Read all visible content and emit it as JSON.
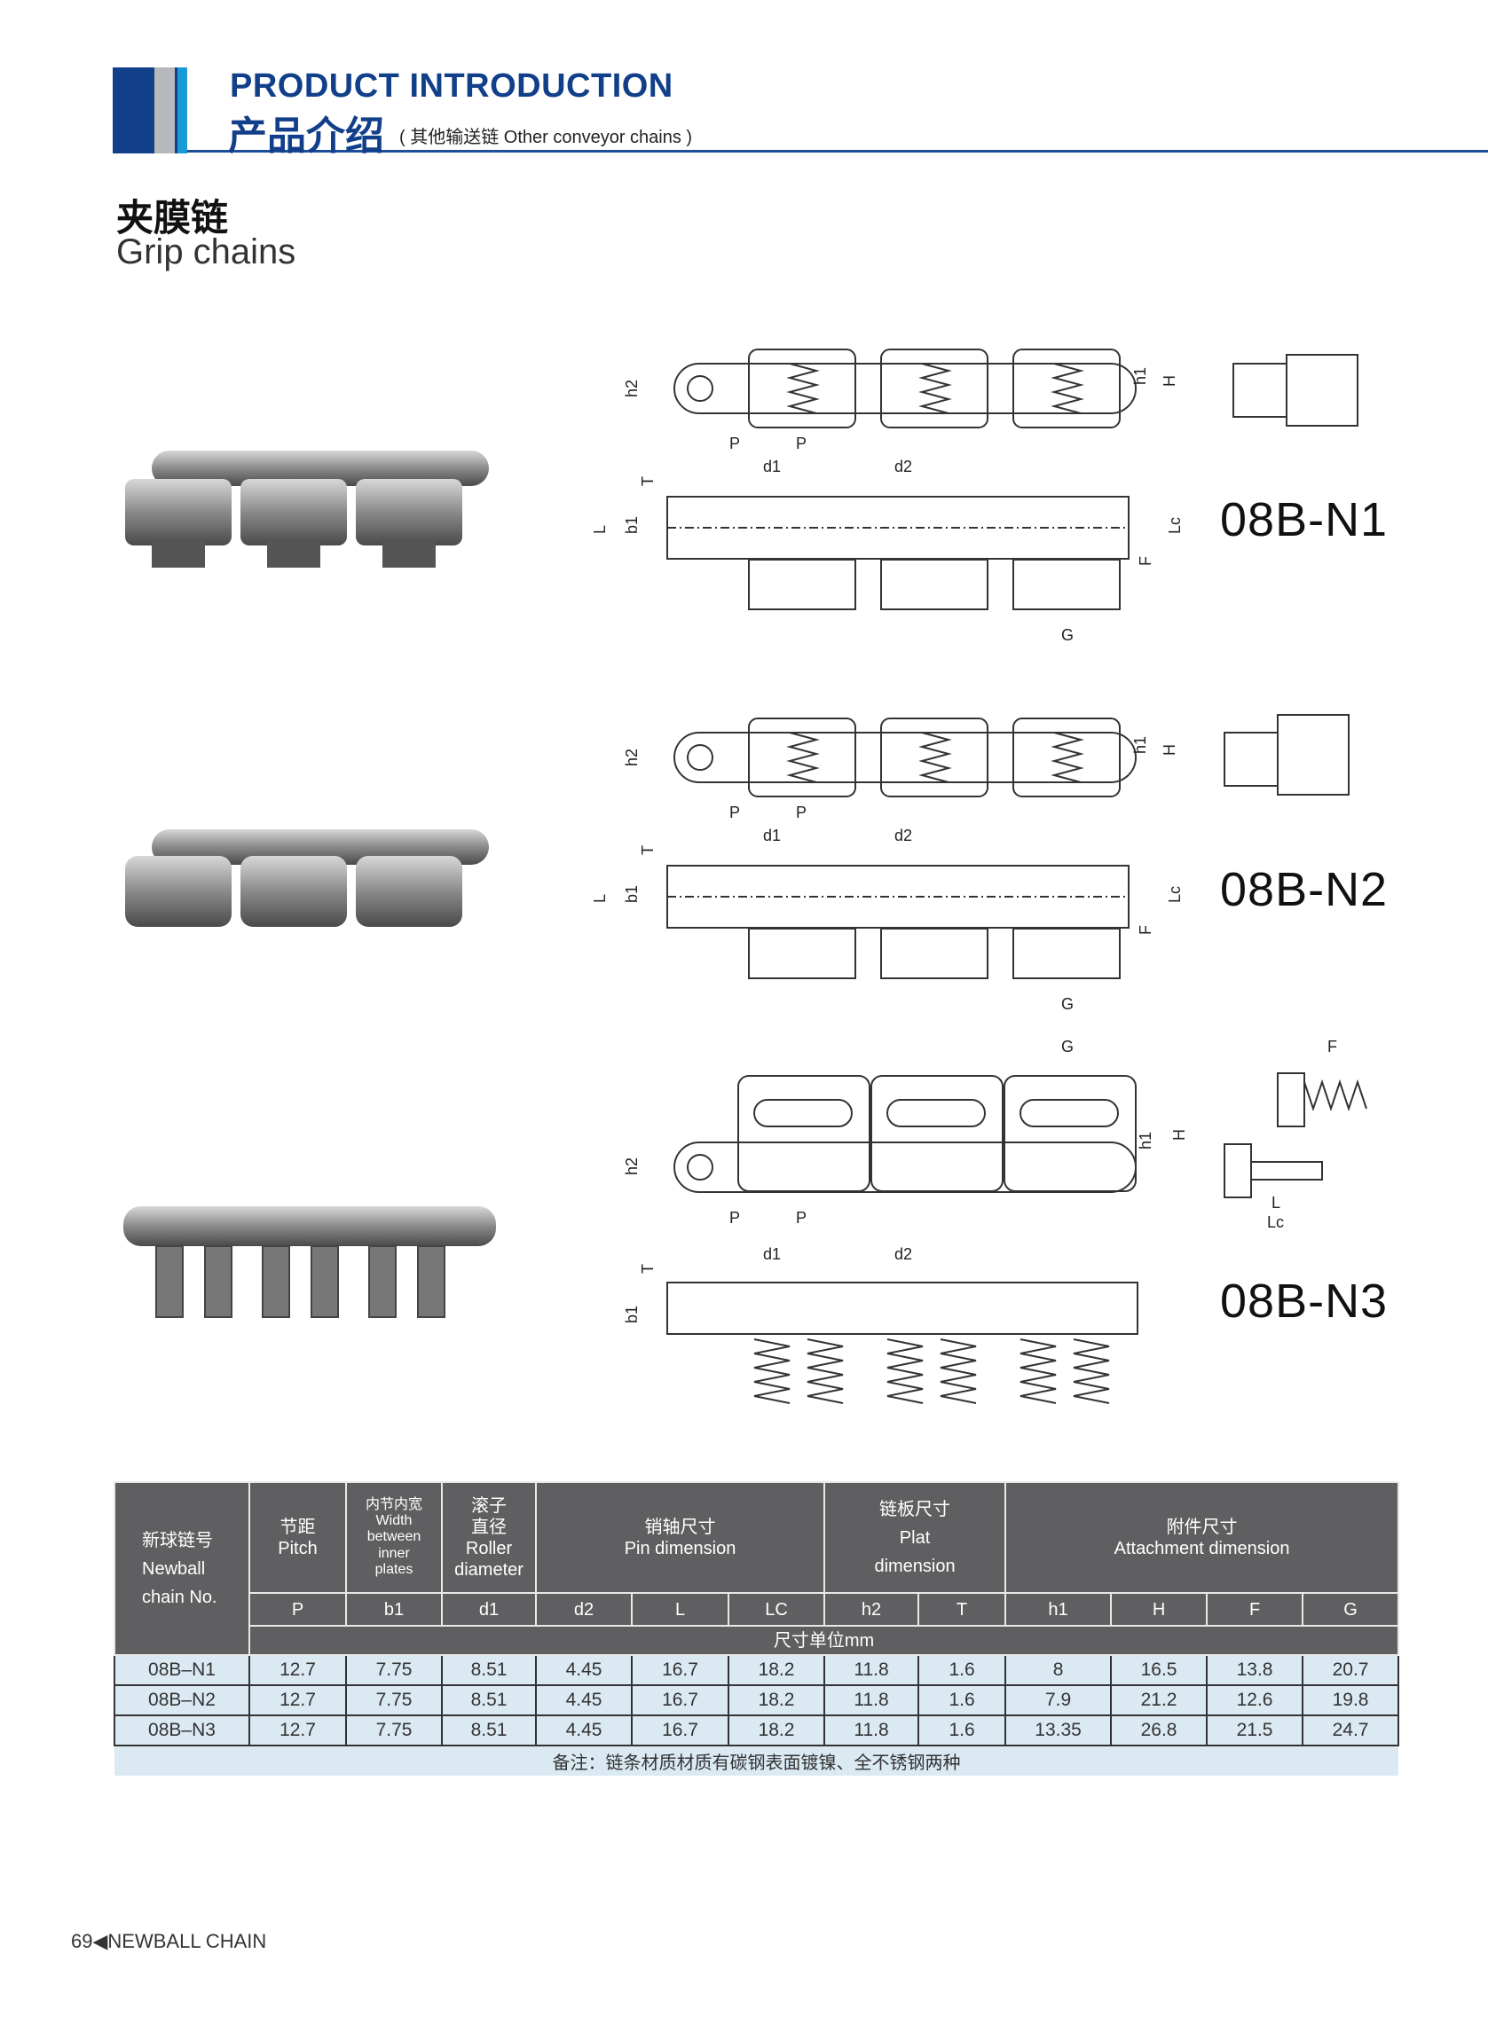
{
  "header": {
    "title_en": "PRODUCT INTRODUCTION",
    "title_cn": "产品介绍",
    "subtitle": "( 其他输送链 Other conveyor chains )"
  },
  "section": {
    "title_cn": "夹膜链",
    "title_en": "Grip chains"
  },
  "models": [
    {
      "name": "08B-N1",
      "labels": {
        "h2": "h2",
        "h1": "h1",
        "H": "H",
        "P1": "P",
        "P2": "P",
        "d1": "d1",
        "d2": "d2",
        "T": "T",
        "L": "L",
        "b1": "b1",
        "Lc": "Lc",
        "F": "F",
        "G": "G"
      }
    },
    {
      "name": "08B-N2",
      "labels": {
        "h2": "h2",
        "h1": "h1",
        "H": "H",
        "P1": "P",
        "P2": "P",
        "d1": "d1",
        "d2": "d2",
        "T": "T",
        "L": "L",
        "b1": "b1",
        "Lc": "Lc",
        "F": "F",
        "G": "G"
      }
    },
    {
      "name": "08B-N3",
      "labels": {
        "h2": "h2",
        "h1": "h1",
        "H": "H",
        "P1": "P",
        "P2": "P",
        "d1": "d1",
        "d2": "d2",
        "T": "T",
        "L": "L",
        "b1": "b1",
        "Lc": "Lc",
        "F": "F",
        "G": "G"
      }
    }
  ],
  "table": {
    "col0": [
      "新球链号",
      "Newball",
      "chain No."
    ],
    "pitch": [
      "节距",
      "Pitch"
    ],
    "width": [
      "内节内宽",
      "Width",
      "between",
      "inner",
      "plates"
    ],
    "roller": [
      "滚子",
      "直径",
      "Roller",
      "diameter"
    ],
    "pin": [
      "销轴尺寸",
      "Pin dimension"
    ],
    "plat": [
      "链板尺寸",
      "Plat",
      "dimension"
    ],
    "attach": [
      "附件尺寸",
      "Attachment dimension"
    ],
    "codes": [
      "P",
      "b1",
      "d1",
      "d2",
      "L",
      "LC",
      "h2",
      "T",
      "h1",
      "H",
      "F",
      "G"
    ],
    "unit": "尺寸单位mm",
    "rows": [
      [
        "08B–N1",
        "12.7",
        "7.75",
        "8.51",
        "4.45",
        "16.7",
        "18.2",
        "11.8",
        "1.6",
        "8",
        "16.5",
        "13.8",
        "20.7"
      ],
      [
        "08B–N2",
        "12.7",
        "7.75",
        "8.51",
        "4.45",
        "16.7",
        "18.2",
        "11.8",
        "1.6",
        "7.9",
        "21.2",
        "12.6",
        "19.8"
      ],
      [
        "08B–N3",
        "12.7",
        "7.75",
        "8.51",
        "4.45",
        "16.7",
        "18.2",
        "11.8",
        "1.6",
        "13.35",
        "26.8",
        "21.5",
        "24.7"
      ]
    ],
    "note": "备注：链条材质材质有碳钢表面镀镍、全不锈钢两种"
  },
  "footer": {
    "page": "69",
    "arrow": "◀",
    "brand": "NEWBALL CHAIN"
  }
}
